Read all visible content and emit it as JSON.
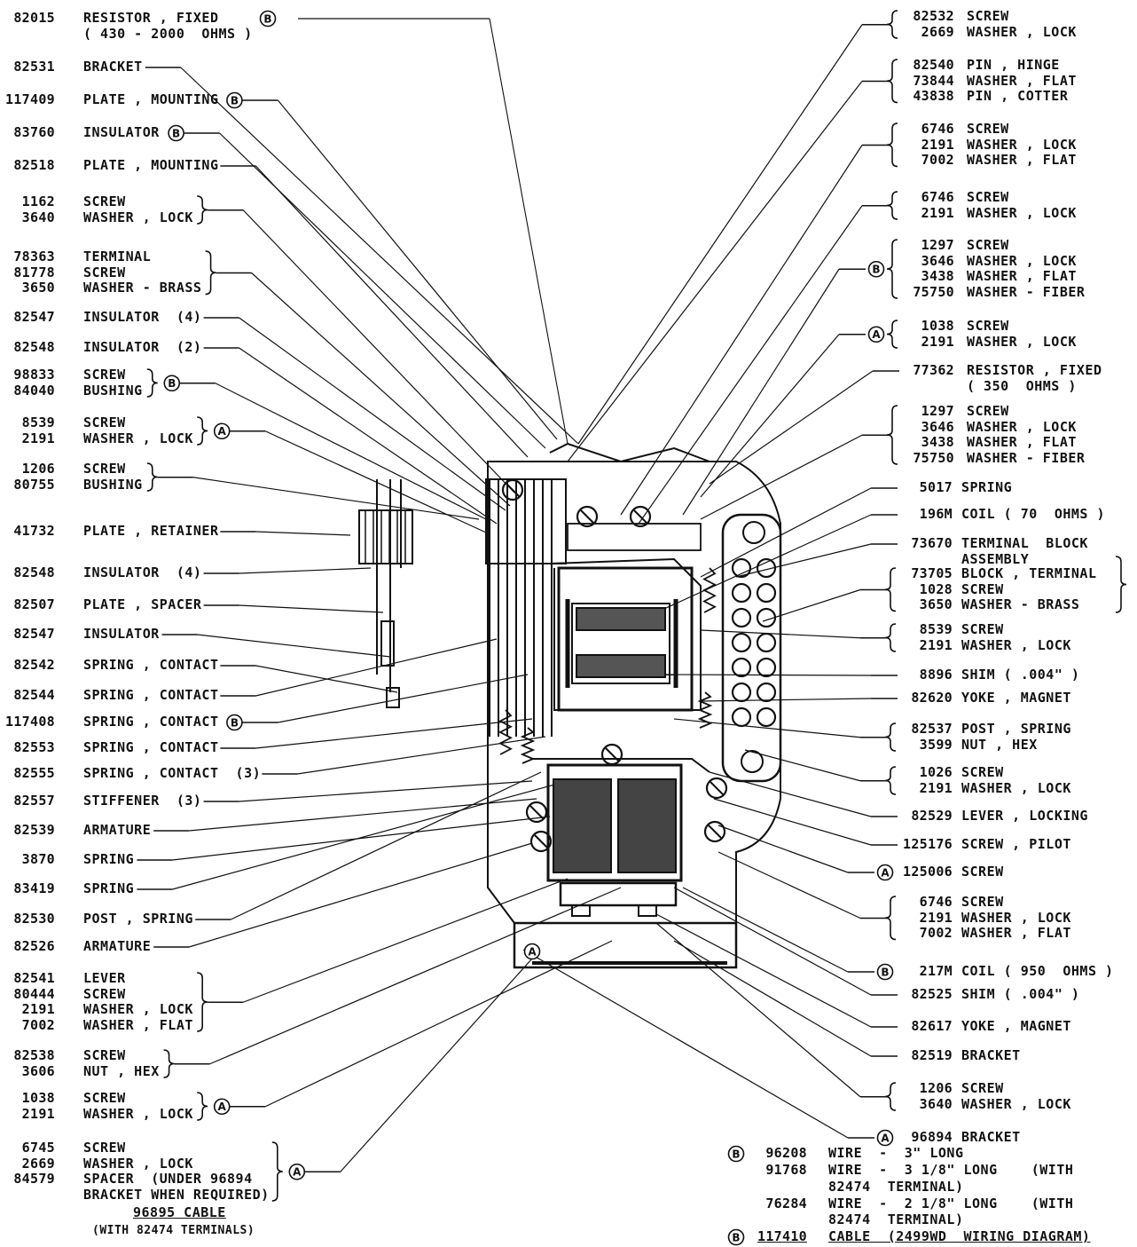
{
  "left_parts": [
    {
      "nums": [
        "82015",
        ""
      ],
      "names": [
        "RESISTOR , FIXED",
        "( 430 - 2000  OHMS )"
      ],
      "badge": "B"
    },
    {
      "nums": [
        "82531"
      ],
      "names": [
        "BRACKET"
      ],
      "badge": ""
    },
    {
      "nums": [
        "117409"
      ],
      "names": [
        "PLATE , MOUNTING"
      ],
      "badge": "B"
    },
    {
      "nums": [
        "83760"
      ],
      "names": [
        "INSULATOR"
      ],
      "badge": "B"
    },
    {
      "nums": [
        "82518"
      ],
      "names": [
        "PLATE , MOUNTING"
      ],
      "badge": ""
    },
    {
      "nums": [
        "1162",
        "3640"
      ],
      "names": [
        "SCREW",
        "WASHER , LOCK"
      ],
      "badge": ""
    },
    {
      "nums": [
        "78363",
        "81778",
        "3650"
      ],
      "names": [
        "TERMINAL",
        "SCREW",
        "WASHER - BRASS"
      ],
      "badge": ""
    },
    {
      "nums": [
        "82547"
      ],
      "names": [
        "INSULATOR  (4)"
      ],
      "badge": ""
    },
    {
      "nums": [
        "82548"
      ],
      "names": [
        "INSULATOR  (2)"
      ],
      "badge": ""
    },
    {
      "nums": [
        "98833",
        "84040"
      ],
      "names": [
        "SCREW",
        "BUSHING"
      ],
      "badge": "B"
    },
    {
      "nums": [
        "8539",
        "2191"
      ],
      "names": [
        "SCREW",
        "WASHER , LOCK"
      ],
      "badge": "A"
    },
    {
      "nums": [
        "1206",
        "80755"
      ],
      "names": [
        "SCREW",
        "BUSHING"
      ],
      "badge": ""
    },
    {
      "nums": [
        "41732"
      ],
      "names": [
        "PLATE , RETAINER"
      ],
      "badge": ""
    },
    {
      "nums": [
        "82548"
      ],
      "names": [
        "INSULATOR  (4)"
      ],
      "badge": ""
    },
    {
      "nums": [
        "82507"
      ],
      "names": [
        "PLATE , SPACER"
      ],
      "badge": ""
    },
    {
      "nums": [
        "82547"
      ],
      "names": [
        "INSULATOR"
      ],
      "badge": ""
    },
    {
      "nums": [
        "82542"
      ],
      "names": [
        "SPRING , CONTACT"
      ],
      "badge": ""
    },
    {
      "nums": [
        "82544"
      ],
      "names": [
        "SPRING , CONTACT"
      ],
      "badge": ""
    },
    {
      "nums": [
        "117408"
      ],
      "names": [
        "SPRING , CONTACT"
      ],
      "badge": "B"
    },
    {
      "nums": [
        "82553"
      ],
      "names": [
        "SPRING , CONTACT"
      ],
      "badge": ""
    },
    {
      "nums": [
        "82555"
      ],
      "names": [
        "SPRING , CONTACT  (3)"
      ],
      "badge": ""
    },
    {
      "nums": [
        "82557"
      ],
      "names": [
        "STIFFENER  (3)"
      ],
      "badge": ""
    },
    {
      "nums": [
        "82539"
      ],
      "names": [
        "ARMATURE"
      ],
      "badge": ""
    },
    {
      "nums": [
        "3870"
      ],
      "names": [
        "SPRING"
      ],
      "badge": ""
    },
    {
      "nums": [
        "83419"
      ],
      "names": [
        "SPRING"
      ],
      "badge": ""
    },
    {
      "nums": [
        "82530"
      ],
      "names": [
        "POST , SPRING"
      ],
      "badge": ""
    },
    {
      "nums": [
        "82526"
      ],
      "names": [
        "ARMATURE"
      ],
      "badge": ""
    },
    {
      "nums": [
        "82541",
        "80444",
        "2191",
        "7002"
      ],
      "names": [
        "LEVER",
        "SCREW",
        "WASHER , LOCK",
        "WASHER , FLAT"
      ],
      "badge": ""
    },
    {
      "nums": [
        "82538",
        "3606"
      ],
      "names": [
        "SCREW",
        "NUT , HEX"
      ],
      "badge": ""
    },
    {
      "nums": [
        "1038",
        "2191"
      ],
      "names": [
        "SCREW",
        "WASHER , LOCK"
      ],
      "badge": "A"
    },
    {
      "nums": [
        "6745",
        "2669",
        "84579",
        ""
      ],
      "names": [
        "SCREW",
        "WASHER , LOCK",
        "SPACER  (UNDER 96894",
        "BRACKET WHEN REQUIRED)"
      ],
      "badge": "A"
    }
  ],
  "left_footer": {
    "title": "96895 CABLE",
    "note": "(WITH 82474 TERMINALS)"
  },
  "right_parts": [
    {
      "nums": [
        "82532",
        "2669"
      ],
      "names": [
        "SCREW",
        "WASHER , LOCK"
      ],
      "badge": ""
    },
    {
      "nums": [
        "82540",
        "73844",
        "43838"
      ],
      "names": [
        "PIN , HINGE",
        "WASHER , FLAT",
        "PIN , COTTER"
      ],
      "badge": ""
    },
    {
      "nums": [
        "6746",
        "2191",
        "7002"
      ],
      "names": [
        "SCREW",
        "WASHER , LOCK",
        "WASHER , FLAT"
      ],
      "badge": ""
    },
    {
      "nums": [
        "6746",
        "2191"
      ],
      "names": [
        "SCREW",
        "WASHER , LOCK"
      ],
      "badge": ""
    },
    {
      "nums": [
        "1297",
        "3646",
        "3438",
        "75750"
      ],
      "names": [
        "SCREW",
        "WASHER , LOCK",
        "WASHER , FLAT",
        "WASHER - FIBER"
      ],
      "badge": "B"
    },
    {
      "nums": [
        "1038",
        "2191"
      ],
      "names": [
        "SCREW",
        "WASHER , LOCK"
      ],
      "badge": "A"
    },
    {
      "nums": [
        "77362"
      ],
      "names": [
        "RESISTOR , FIXED",
        "( 350  OHMS )"
      ],
      "badge": ""
    },
    {
      "nums": [
        "1297",
        "3646",
        "3438",
        "75750"
      ],
      "names": [
        "SCREW",
        "WASHER , LOCK",
        "WASHER , FLAT",
        "WASHER - FIBER"
      ],
      "badge": ""
    },
    {
      "nums": [
        "5017"
      ],
      "names": [
        "SPRING"
      ],
      "badge": ""
    },
    {
      "nums": [
        "196M"
      ],
      "names": [
        "COIL ( 70  OHMS )"
      ],
      "badge": ""
    },
    {
      "nums": [
        "73670"
      ],
      "names": [
        "TERMINAL  BLOCK",
        "ASSEMBLY"
      ],
      "badge": ""
    },
    {
      "nums": [
        "73705",
        "1028",
        "3650"
      ],
      "names": [
        "BLOCK , TERMINAL",
        "SCREW",
        "WASHER - BRASS"
      ],
      "badge": ""
    },
    {
      "nums": [
        "8539",
        "2191"
      ],
      "names": [
        "SCREW",
        "WASHER , LOCK"
      ],
      "badge": ""
    },
    {
      "nums": [
        "8896"
      ],
      "names": [
        "SHIM ( .004\" )"
      ],
      "badge": ""
    },
    {
      "nums": [
        "82620"
      ],
      "names": [
        "YOKE , MAGNET"
      ],
      "badge": ""
    },
    {
      "nums": [
        "82537",
        "3599"
      ],
      "names": [
        "POST , SPRING",
        "NUT , HEX"
      ],
      "badge": ""
    },
    {
      "nums": [
        "1026",
        "2191"
      ],
      "names": [
        "SCREW",
        "WASHER , LOCK"
      ],
      "badge": ""
    },
    {
      "nums": [
        "82529"
      ],
      "names": [
        "LEVER , LOCKING"
      ],
      "badge": ""
    },
    {
      "nums": [
        "125176"
      ],
      "names": [
        "SCREW , PILOT"
      ],
      "badge": ""
    },
    {
      "nums": [
        "125006"
      ],
      "names": [
        "SCREW"
      ],
      "badge": "A"
    },
    {
      "nums": [
        "6746",
        "2191",
        "7002"
      ],
      "names": [
        "SCREW",
        "WASHER , LOCK",
        "WASHER , FLAT"
      ],
      "badge": ""
    },
    {
      "nums": [
        "217M"
      ],
      "names": [
        "COIL ( 950  OHMS )"
      ],
      "badge": "B"
    },
    {
      "nums": [
        "82525"
      ],
      "names": [
        "SHIM ( .004\" )"
      ],
      "badge": ""
    },
    {
      "nums": [
        "82617"
      ],
      "names": [
        "YOKE , MAGNET"
      ],
      "badge": ""
    },
    {
      "nums": [
        "82519"
      ],
      "names": [
        "BRACKET"
      ],
      "badge": ""
    },
    {
      "nums": [
        "1206",
        "3640"
      ],
      "names": [
        "SCREW",
        "WASHER , LOCK"
      ],
      "badge": ""
    },
    {
      "nums": [
        "96894"
      ],
      "names": [
        "BRACKET"
      ],
      "badge": "A"
    }
  ],
  "wires": [
    {
      "badge": "B",
      "num": "96208",
      "text": "WIRE  -  3\" LONG"
    },
    {
      "badge": "",
      "num": "91768",
      "text": "WIRE  -  3 1/8\" LONG    (WITH"
    },
    {
      "badge": "",
      "num": "",
      "text": "82474  TERMINAL)"
    },
    {
      "badge": "",
      "num": "76284",
      "text": "WIRE  -  2 1/8\" LONG    (WITH"
    },
    {
      "badge": "",
      "num": "",
      "text": "82474  TERMINAL)"
    },
    {
      "badge": "B",
      "num": "117410",
      "text": "CABLE  (2499WD  WIRING DIAGRAM)"
    }
  ]
}
